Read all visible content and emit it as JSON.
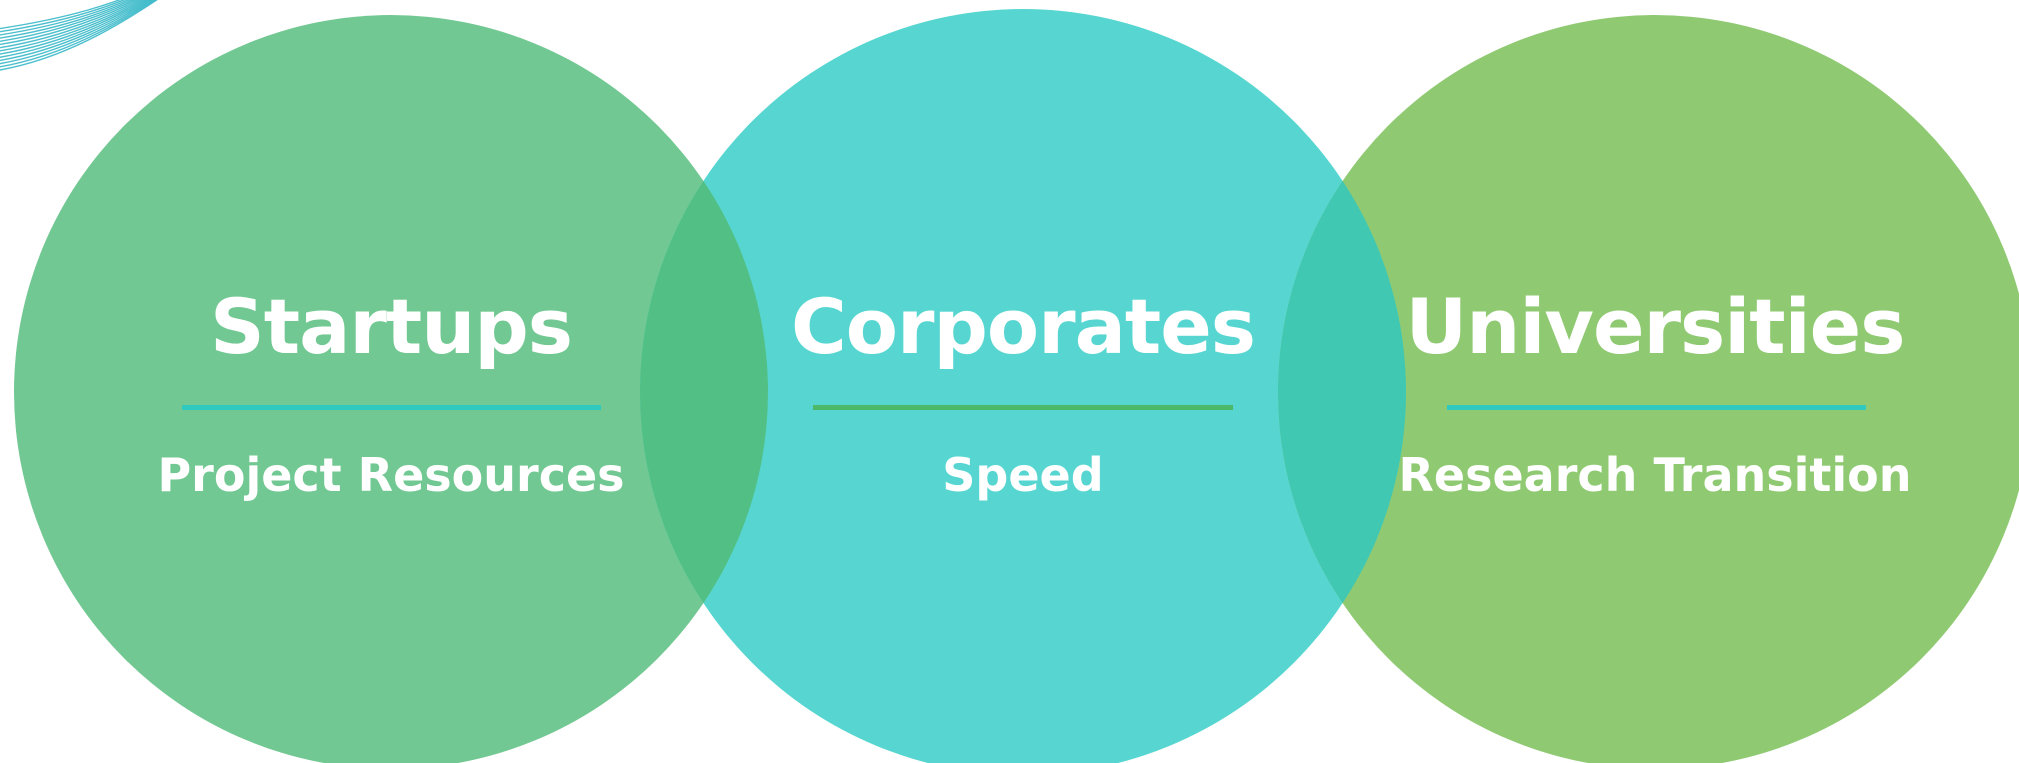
{
  "colors": {
    "startups": "#72c892",
    "corporates": "#57d6d1",
    "universities": "#8fca73",
    "overlap_left": "#52c085",
    "overlap_right": "#40c8b3",
    "rule_teal": "#2fc9bf",
    "rule_green": "#4cb86a",
    "swirl": "#2cb4c4"
  },
  "circles": [
    {
      "title": "Startups",
      "subtitle": "Project Resources"
    },
    {
      "title": "Corporates",
      "subtitle": "Speed"
    },
    {
      "title": "Universities",
      "subtitle": "Research Transition"
    }
  ],
  "decoration": {
    "icon": "swirl-lines-icon"
  }
}
